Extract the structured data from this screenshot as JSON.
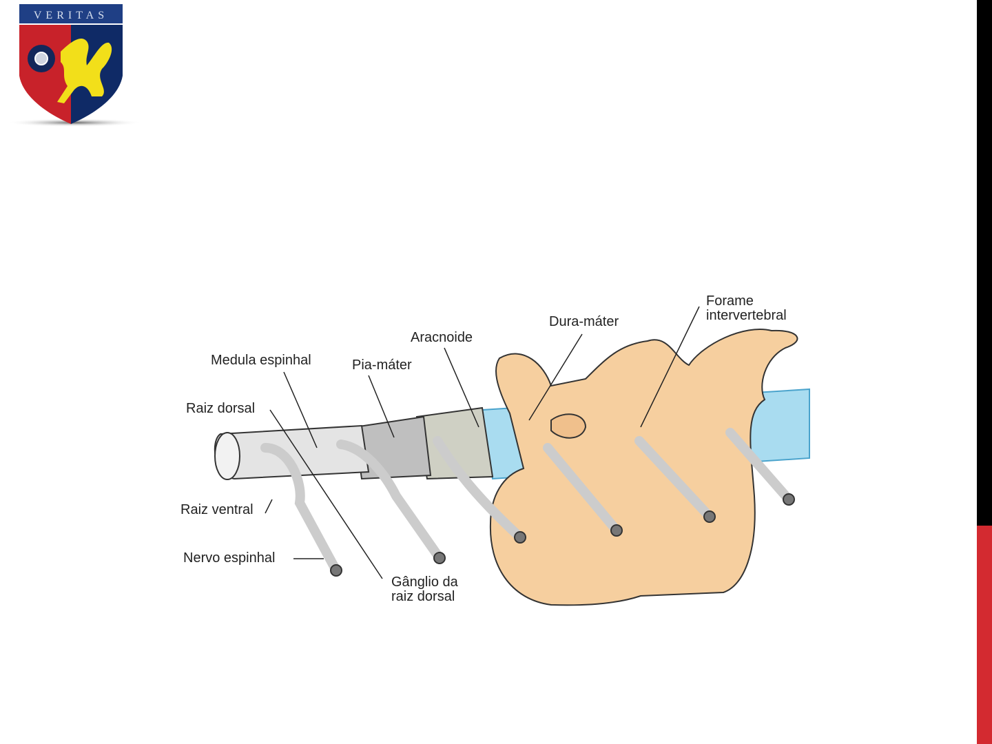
{
  "logo": {
    "motto": "VERITAS"
  },
  "colors": {
    "accent_black": "#000000",
    "accent_red": "#d32a30",
    "dura": "#a9dcf0",
    "bone": "#f6cf9f",
    "cord": "#d8d8d8"
  },
  "diagram": {
    "labels": {
      "medula": "Medula espinhal",
      "pia": "Pia-máter",
      "aracnoide": "Aracnoide",
      "dura": "Dura-máter",
      "forame_1": "Forame",
      "forame_2": "intervertebral",
      "raiz_dorsal": "Raiz dorsal",
      "raiz_ventral": "Raiz ventral",
      "nervo": "Nervo espinhal",
      "ganglio_1": "Gânglio da",
      "ganglio_2": "raiz dorsal"
    }
  }
}
